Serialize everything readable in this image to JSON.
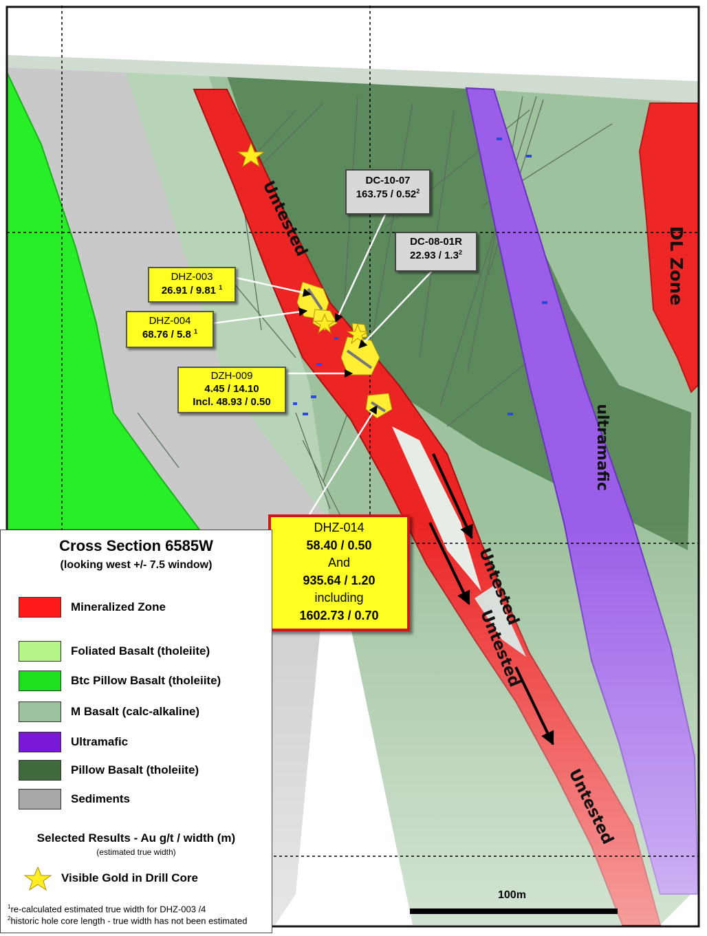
{
  "legend": {
    "title": "Cross Section 6585W",
    "subtitle": "(looking west +/- 7.5 window)",
    "items": [
      {
        "label": "Mineralized Zone",
        "color": "#ff1a1a"
      },
      {
        "label": "Foliated Basalt (tholeiite)",
        "color": "#b6f58a"
      },
      {
        "label": "Btc Pillow Basalt (tholeiite)",
        "color": "#1ee01e"
      },
      {
        "label": "M Basalt (calc-alkaline)",
        "color": "#9ec29e"
      },
      {
        "label": "Ultramafic",
        "color": "#7a18d8"
      },
      {
        "label": "Pillow Basalt (tholeiite)",
        "color": "#3e6a3e"
      },
      {
        "label": "Sediments",
        "color": "#a8a8a8"
      }
    ],
    "results_title": "Selected Results - Au g/t / width (m)",
    "results_subtitle": "(estimated true width)",
    "visible_gold": "Visible Gold in Drill Core",
    "footnote1_num": "1",
    "footnote1": "re-calculated estimated true width for DHZ-003 /4",
    "footnote2_num": "2",
    "footnote2": "historic hole core length - true width has not been estimated"
  },
  "labels": {
    "dc1007": {
      "name": "DC-10-07",
      "value": "163.75 / 0.52",
      "sup": "2"
    },
    "dc0801r": {
      "name": "DC-08-01R",
      "value": "22.93 / 1.3",
      "sup": "2"
    },
    "dhz003": {
      "name": "DHZ-003",
      "value": "26.91 / 9.81",
      "sup": "1"
    },
    "dhz004": {
      "name": "DHZ-004",
      "value": "68.76 / 5.8",
      "sup": "1"
    },
    "dzh009": {
      "name": "DZH-009",
      "value": "4.45 / 14.10",
      "value2": "Incl. 48.93 / 0.50"
    },
    "dhz014": {
      "name": "DHZ-014",
      "line1": "58.40 / 0.50",
      "line2": "And",
      "line3": "935.64 / 1.20",
      "line4": "including",
      "line5": "1602.73 / 0.70"
    }
  },
  "zones": {
    "untested": "Untested",
    "dl_zone": "DL Zone",
    "ultramafic": "ultramafic"
  },
  "scale": "100m"
}
